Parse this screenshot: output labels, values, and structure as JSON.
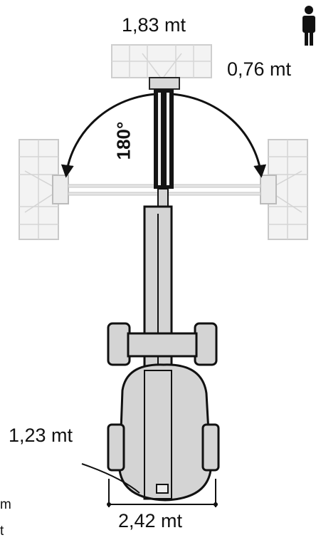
{
  "dimensions": {
    "basket_width": "1,83 mt",
    "basket_depth": "0,76 mt",
    "inner_turning_radius": "1,23 mt",
    "overall_width": "2,42 mt",
    "rotation_angle": "180°",
    "cropped_left_1": "m",
    "cropped_left_2": "t"
  },
  "icons": {
    "person": "person-silhouette-icon"
  },
  "colors": {
    "outline": "#111111",
    "body_fill": "#d4d4d4",
    "ghost_fill": "#ececec",
    "ghost_outline": "#c8c8c8",
    "boom_dark": "#141414"
  }
}
